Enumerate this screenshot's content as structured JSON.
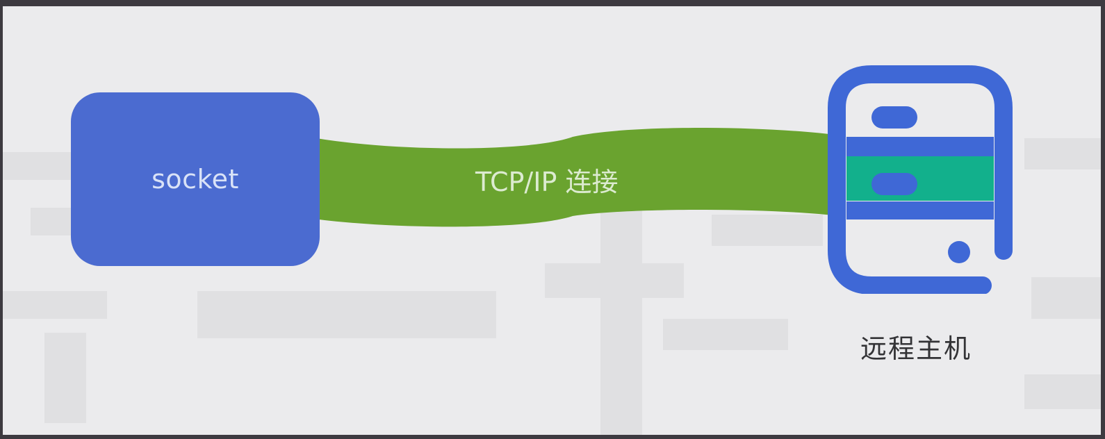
{
  "diagram": {
    "client": {
      "label": "socket"
    },
    "connection": {
      "label": "TCP/IP 连接"
    },
    "server": {
      "label": "远程主机",
      "icon": "server-icon"
    }
  },
  "colors": {
    "client_fill": "#4b6bd0",
    "connection_fill": "#6aa32f",
    "server_stroke": "#3f68d6",
    "server_accent": "#12b08c",
    "background": "#ebebed",
    "frame": "#3d3a40"
  }
}
